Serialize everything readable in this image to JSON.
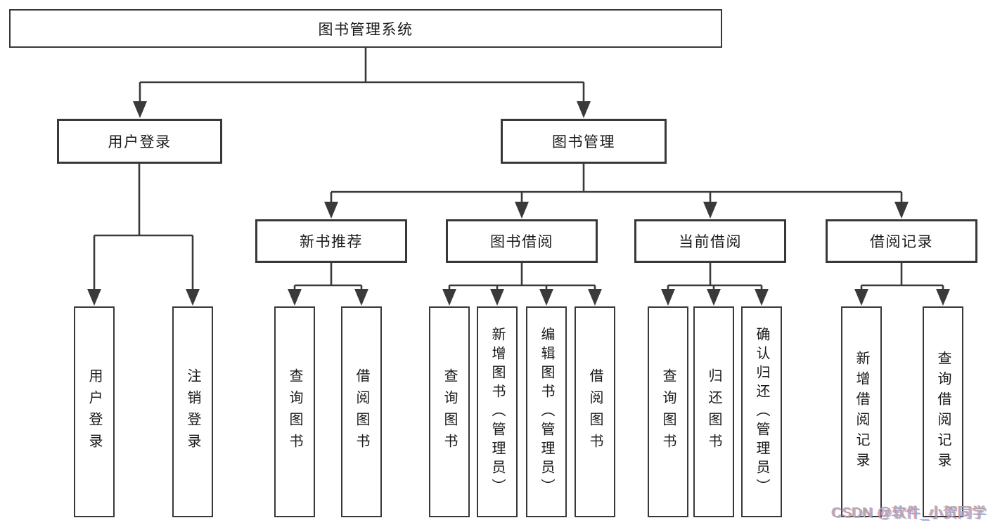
{
  "diagram": {
    "line_color": "#3a3a3a",
    "root": {
      "label": "图书管理系统"
    },
    "level2": [
      {
        "id": "user-login",
        "label": "用户登录",
        "parent": "图书管理系统"
      },
      {
        "id": "book-management",
        "label": "图书管理",
        "parent": "图书管理系统"
      }
    ],
    "level3": [
      {
        "id": "new-book-recommendation",
        "label": "新书推荐",
        "parent": "图书管理"
      },
      {
        "id": "book-borrowing",
        "label": "图书借阅",
        "parent": "图书管理"
      },
      {
        "id": "current-borrowing",
        "label": "当前借阅",
        "parent": "图书管理"
      },
      {
        "id": "borrowing-records",
        "label": "借阅记录",
        "parent": "图书管理"
      }
    ],
    "level4": [
      {
        "id": "user-login-action",
        "label": "用户登录",
        "parent": "用户登录"
      },
      {
        "id": "logout-action",
        "label": "注销登录",
        "parent": "用户登录"
      },
      {
        "id": "query-books-recommend",
        "label": "查询图书",
        "parent": "新书推荐"
      },
      {
        "id": "borrow-books-recommend",
        "label": "借阅图书",
        "parent": "新书推荐"
      },
      {
        "id": "query-books-borrowing",
        "label": "查询图书",
        "parent": "图书借阅"
      },
      {
        "id": "add-books-admin",
        "label": "新增图书（管理员）",
        "parent": "图书借阅"
      },
      {
        "id": "edit-books-admin",
        "label": "编辑图书（管理员）",
        "parent": "图书借阅"
      },
      {
        "id": "borrow-books",
        "label": "借阅图书",
        "parent": "图书借阅"
      },
      {
        "id": "query-books-current",
        "label": "查询图书",
        "parent": "当前借阅"
      },
      {
        "id": "return-books",
        "label": "归还图书",
        "parent": "当前借阅"
      },
      {
        "id": "confirm-return-admin",
        "label": "确认归还（管理员）",
        "parent": "当前借阅"
      },
      {
        "id": "add-borrow-record",
        "label": "新增借阅记录",
        "parent": "借阅记录"
      },
      {
        "id": "query-borrow-record",
        "label": "查询借阅记录",
        "parent": "借阅记录"
      }
    ],
    "watermark": {
      "text": "CSDN @软件_小贺同学",
      "color": "#ababab"
    }
  }
}
